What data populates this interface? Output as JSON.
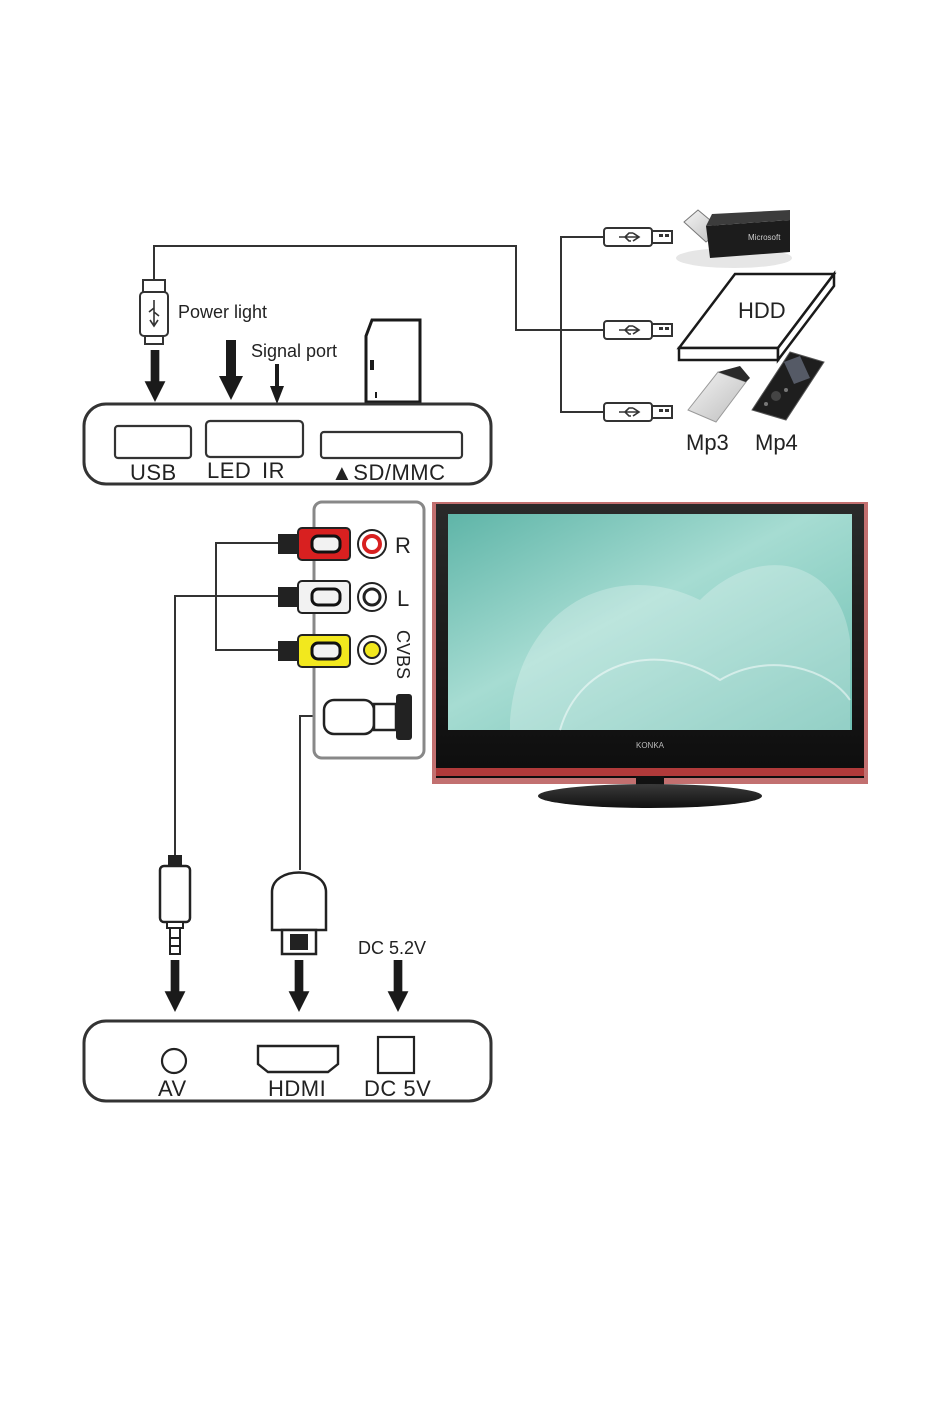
{
  "top_panel": {
    "ports": [
      "USB",
      "LED",
      "IR",
      "▲SD/MMC"
    ],
    "callouts": {
      "power_light": "Power light",
      "signal_port": "Signal port"
    }
  },
  "usb_devices": {
    "hdd": "HDD",
    "mp3": "Mp3",
    "mp4": "Mp4",
    "usb_stick_brand": "Microsoft"
  },
  "av_connectors": {
    "jacks": [
      "R",
      "L",
      "CVBS"
    ]
  },
  "tv": {
    "brand": "KONKA"
  },
  "bottom_panel": {
    "ports": [
      "AV",
      "HDMI",
      "DC 5V"
    ],
    "power_input": "DC 5.2V"
  },
  "colors": {
    "rca_red": "#d82020",
    "rca_white": "#f2f2f2",
    "rca_yellow": "#f2e81e",
    "tv_screen": "#8fd0c4",
    "tv_bezel": "#1c1c1c",
    "tv_trim": "#b03a3a"
  }
}
